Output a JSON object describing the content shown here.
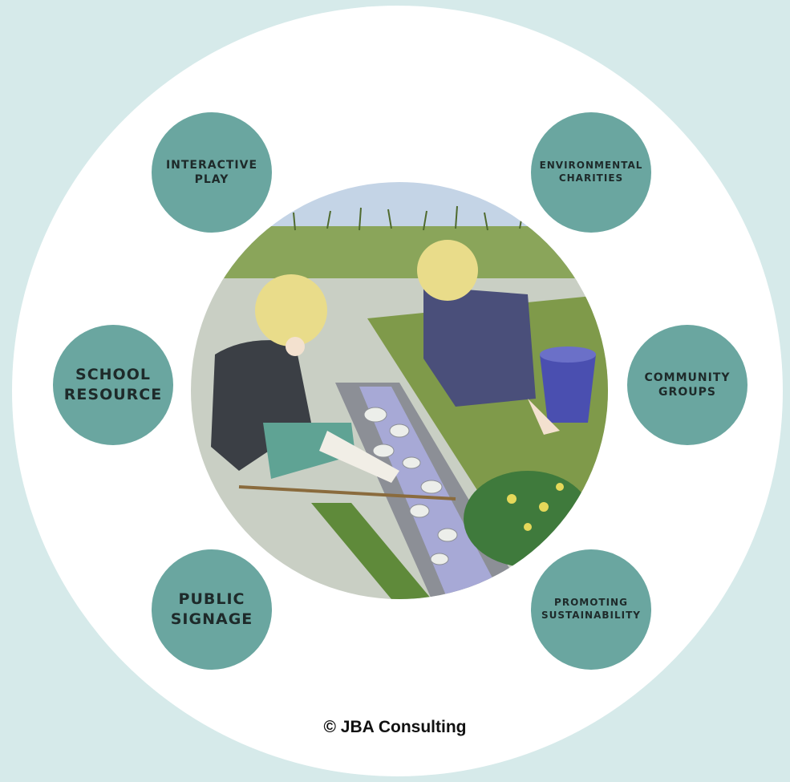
{
  "bubbles": {
    "interactive_play": {
      "line1": "INTERACTIVE",
      "line2": "PLAY"
    },
    "environmental_charities": {
      "line1": "ENVIRONMENTAL",
      "line2": "CHARITIES"
    },
    "school_resource": {
      "line1": "SCHOOL",
      "line2": "RESOURCE"
    },
    "community_groups": {
      "line1": "COMMUNITY",
      "line2": "GROUPS"
    },
    "public_signage": {
      "line1": "PUBLIC",
      "line2": "SIGNAGE"
    },
    "promoting_sustainability": {
      "line1": "PROMOTING",
      "line2": "SUSTAINABILITY"
    }
  },
  "credit": "© JBA Consulting",
  "colors": {
    "background": "#d6eaea",
    "outer_circle": "#ffffff",
    "bubble": "#6aa6a0",
    "grass": "#7f9a4a",
    "water": "#a7a9d6",
    "pavement": "#c9cfc4",
    "bucket": "#4a4fb0"
  }
}
